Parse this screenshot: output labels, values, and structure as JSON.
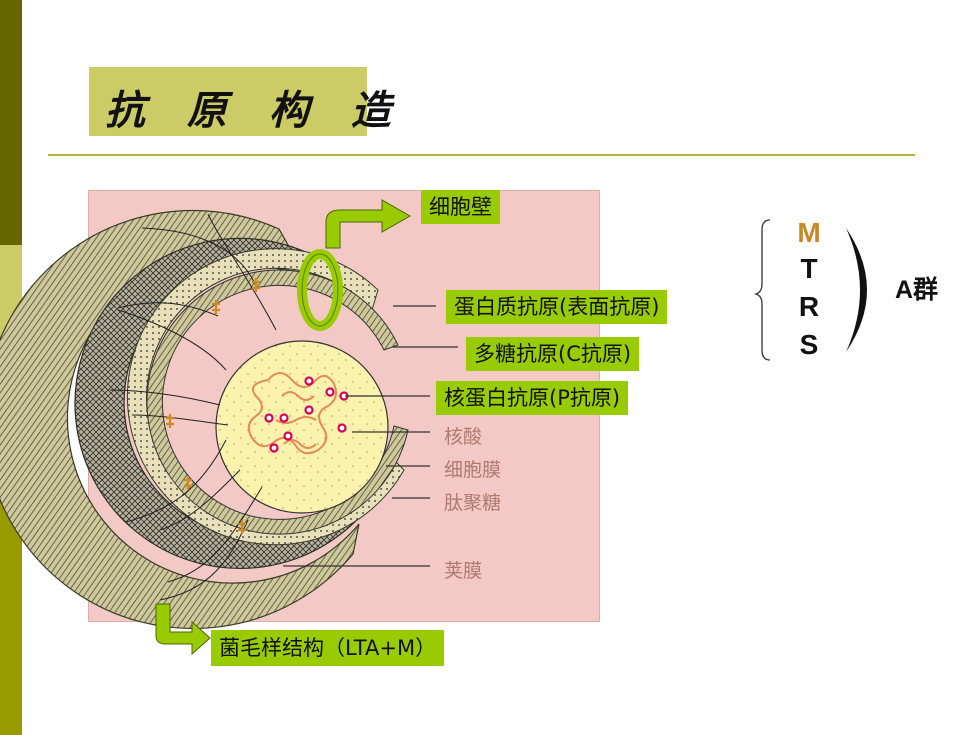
{
  "title": "抗 原 构 造",
  "labels": {
    "cell_wall": "细胞壁",
    "protein_antigen": "蛋白质抗原(表面抗原)",
    "polysaccharide_antigen": "多糖抗原(C抗原)",
    "nucleoprotein_antigen": "核蛋白抗原(P抗原)",
    "nucleic_acid": "核酸",
    "cell_membrane": "细胞膜",
    "peptidoglycan": "肽聚糖",
    "capsule": "荚膜",
    "pili_structure": "菌毛样结构（LTA+M）"
  },
  "types": {
    "letters": [
      "M",
      "T",
      "R",
      "S"
    ],
    "letter_colors": [
      "#c8882a",
      "#111111",
      "#111111",
      "#111111"
    ],
    "group": "A群"
  },
  "colors": {
    "label_bg": "#99cc00",
    "title_bg": "#cccc66",
    "panel_bg": "#f2c9c4",
    "arrow": "#99cc00"
  }
}
